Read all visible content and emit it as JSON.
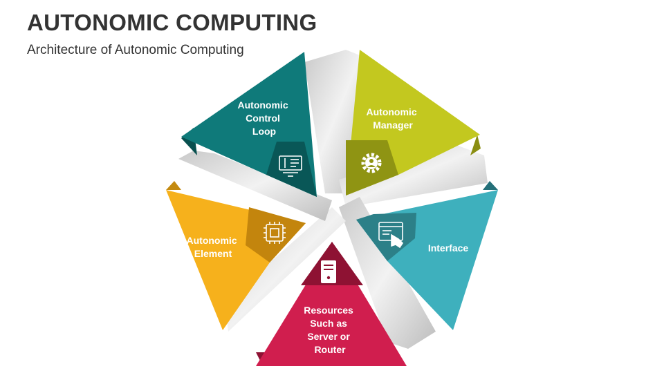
{
  "title": "AUTONOMIC COMPUTING",
  "subtitle": "Architecture of Autonomic Computing",
  "segments": [
    {
      "label_lines": [
        "Autonomic",
        "Control",
        "Loop"
      ],
      "icon": "monitor-dashboard-icon",
      "color": "#0f7a7a",
      "dark_color": "#095757"
    },
    {
      "label_lines": [
        "Autonomic",
        "Manager"
      ],
      "icon": "gear-user-icon",
      "color": "#c3c81f",
      "dark_color": "#8f9413"
    },
    {
      "label_lines": [
        "Interface"
      ],
      "icon": "browser-touch-icon",
      "color": "#3eb0bd",
      "dark_color": "#2c8088"
    },
    {
      "label_lines": [
        "Resources",
        "Such as",
        "Server or",
        "Router"
      ],
      "icon": "server-icon",
      "color": "#d01e4e",
      "dark_color": "#8e1233"
    },
    {
      "label_lines": [
        "Autonomic",
        "Element"
      ],
      "icon": "processor-chip-icon",
      "color": "#f6b11c",
      "dark_color": "#c3850d"
    }
  ]
}
